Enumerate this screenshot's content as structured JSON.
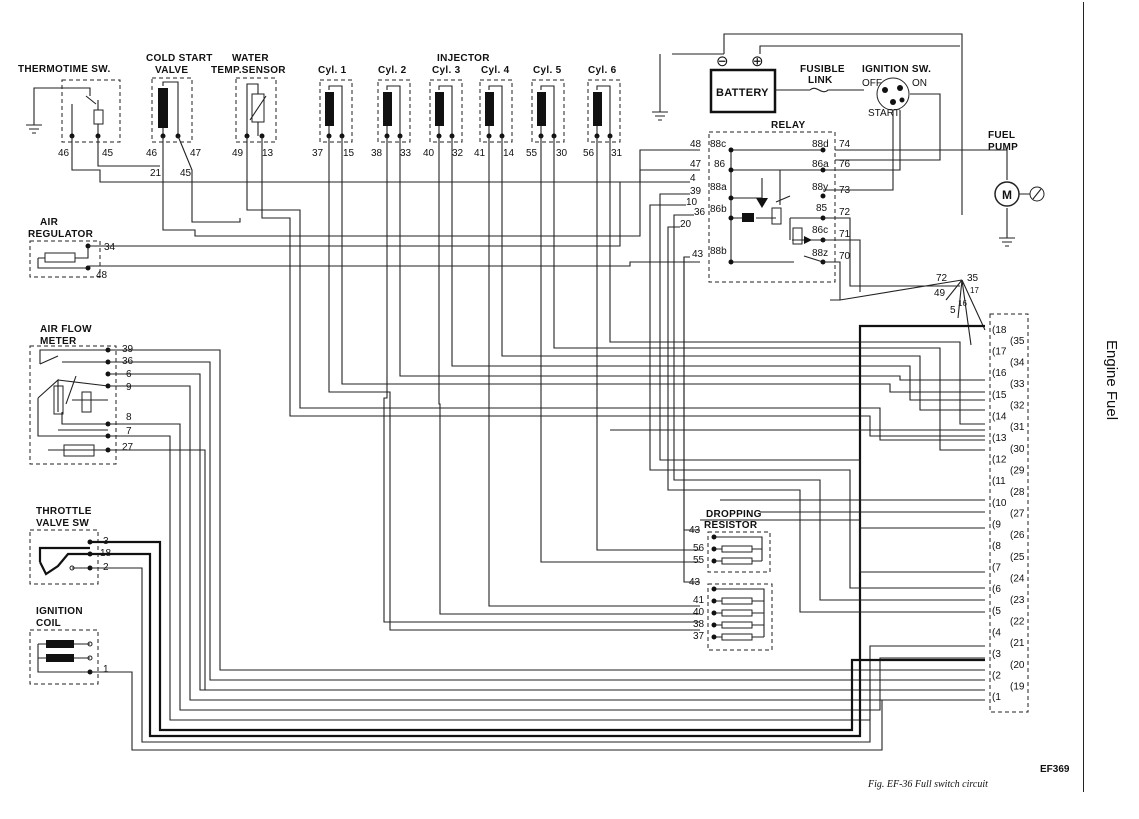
{
  "side_title": "Engine Fuel",
  "figure_id": "EF369",
  "caption": "Fig. EF-36 Full switch circuit",
  "components": {
    "thermotime": {
      "label": "THERMOTIME SW.",
      "pins": [
        "46",
        "45"
      ]
    },
    "cold_start": {
      "label_1": "COLD START",
      "label_2": "VALVE",
      "pins": [
        "46",
        "47"
      ],
      "junction_pins": [
        "21",
        "45"
      ]
    },
    "water_temp": {
      "label_1": "WATER",
      "label_2": "TEMP.SENSOR",
      "pins": [
        "49",
        "13"
      ]
    },
    "injector_title": "INJECTOR",
    "injectors": [
      {
        "label": "Cyl. 1",
        "pins": [
          "37",
          "15"
        ]
      },
      {
        "label": "Cyl. 2",
        "pins": [
          "38",
          "33"
        ]
      },
      {
        "label": "Cyl. 3",
        "pins": [
          "40",
          "32"
        ]
      },
      {
        "label": "Cyl. 4",
        "pins": [
          "41",
          "14"
        ]
      },
      {
        "label": "Cyl. 5",
        "pins": [
          "55",
          "30"
        ]
      },
      {
        "label": "Cyl. 6",
        "pins": [
          "56",
          "31"
        ]
      }
    ],
    "battery": {
      "label": "BATTERY",
      "neg": "⊖",
      "pos": "⊕"
    },
    "fusible_link": {
      "label_1": "FUSIBLE",
      "label_2": "LINK"
    },
    "ignition_sw": {
      "label": "IGNITION SW.",
      "off": "OFF",
      "on": "ON",
      "start": "START"
    },
    "relay": {
      "label": "RELAY",
      "left_pins": [
        {
          "n": "48",
          "t": "88c"
        },
        {
          "n": "47",
          "t": "86"
        },
        {
          "n": "4",
          "t": ""
        },
        {
          "n": "39",
          "t": "88a"
        },
        {
          "n": "10",
          "t": ""
        },
        {
          "n": "36",
          "t": "86b"
        },
        {
          "n": "20",
          "t": ""
        },
        {
          "n": "43",
          "t": "88b"
        }
      ],
      "right_pins": [
        {
          "t": "88d",
          "n": "74"
        },
        {
          "t": "86a",
          "n": "76"
        },
        {
          "t": "88y",
          "n": "73"
        },
        {
          "t": "85",
          "n": "72"
        },
        {
          "t": "86c",
          "n": "71"
        },
        {
          "t": "88z",
          "n": "70"
        }
      ]
    },
    "fuel_pump": {
      "label_1": "FUEL",
      "label_2": "PUMP",
      "motor": "M"
    },
    "air_regulator": {
      "label_1": "AIR",
      "label_2": "REGULATOR",
      "pins": [
        "34",
        "48"
      ]
    },
    "air_flow_meter": {
      "label_1": "AIR FLOW",
      "label_2": "METER",
      "pins": [
        "39",
        "36",
        "6",
        "9",
        "8",
        "7",
        "27"
      ]
    },
    "throttle": {
      "label_1": "THROTTLE",
      "label_2": "VALVE SW",
      "pins": [
        "3",
        "18",
        "2"
      ]
    },
    "ignition_coil": {
      "label_1": "IGNITION",
      "label_2": "COIL",
      "pins": [
        "1"
      ]
    },
    "dropping_resistor": {
      "label_1": "DROPPING",
      "label_2": "RESISTOR",
      "upper_pins": [
        "43",
        "56",
        "55"
      ],
      "lower_pins": [
        "43",
        "41",
        "40",
        "38",
        "37"
      ]
    },
    "junction": {
      "labels": [
        "72",
        "35",
        "17",
        "49",
        "16",
        "5"
      ]
    },
    "connector": {
      "odd_side": [
        "18",
        "17",
        "16",
        "15",
        "14",
        "13",
        "12",
        "11",
        "10",
        "9",
        "8",
        "7",
        "6",
        "5",
        "4",
        "3",
        "2",
        "1"
      ],
      "even_side": [
        "35",
        "34",
        "33",
        "32",
        "31",
        "30",
        "29",
        "28",
        "27",
        "26",
        "25",
        "24",
        "23",
        "22",
        "21",
        "20",
        "19"
      ]
    }
  }
}
